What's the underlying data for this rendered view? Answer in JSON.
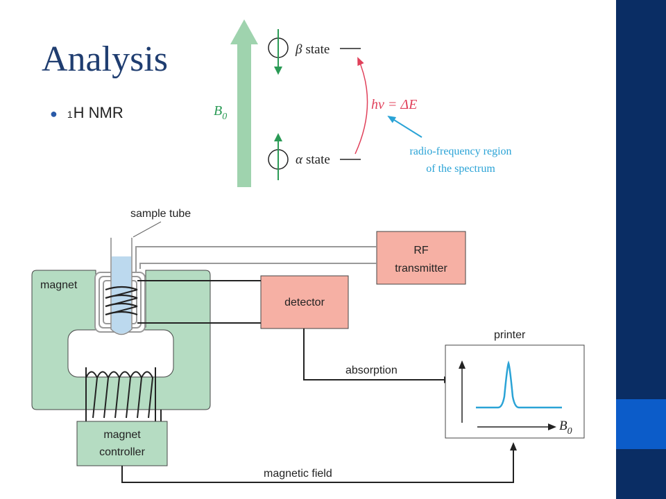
{
  "slide": {
    "title": "Analysis",
    "bullet": {
      "superscript": "1",
      "text": "H NMR"
    }
  },
  "energy_diagram": {
    "field_label_main": "B",
    "field_label_sub": "0",
    "beta_symbol": "β",
    "beta_text": "state",
    "alpha_symbol": "α",
    "alpha_text": "state",
    "transition_label": "hv = ΔE",
    "rf_note_line1": "radio-frequency region",
    "rf_note_line2": "of the spectrum"
  },
  "apparatus": {
    "sample_tube": "sample tube",
    "magnet": "magnet",
    "rf_transmitter_line1": "RF",
    "rf_transmitter_line2": "transmitter",
    "detector": "detector",
    "absorption": "absorption",
    "printer": "printer",
    "printer_axis_main": "B",
    "printer_axis_sub": "0",
    "magnet_controller_line1": "magnet",
    "magnet_controller_line2": "controller",
    "magnetic_field": "magnetic field"
  },
  "colors": {
    "green_fill": "#b5dcc2",
    "pink_fill": "#f6b0a4",
    "arrow_green": "#9fd3ae",
    "spin_green": "#2a9a55",
    "transition_red": "#e0405a",
    "cyan_note": "#2aa3d6",
    "sidebar_dark": "#0a2d64",
    "sidebar_accent": "#0c5cc9",
    "title_blue": "#1f3d70"
  }
}
